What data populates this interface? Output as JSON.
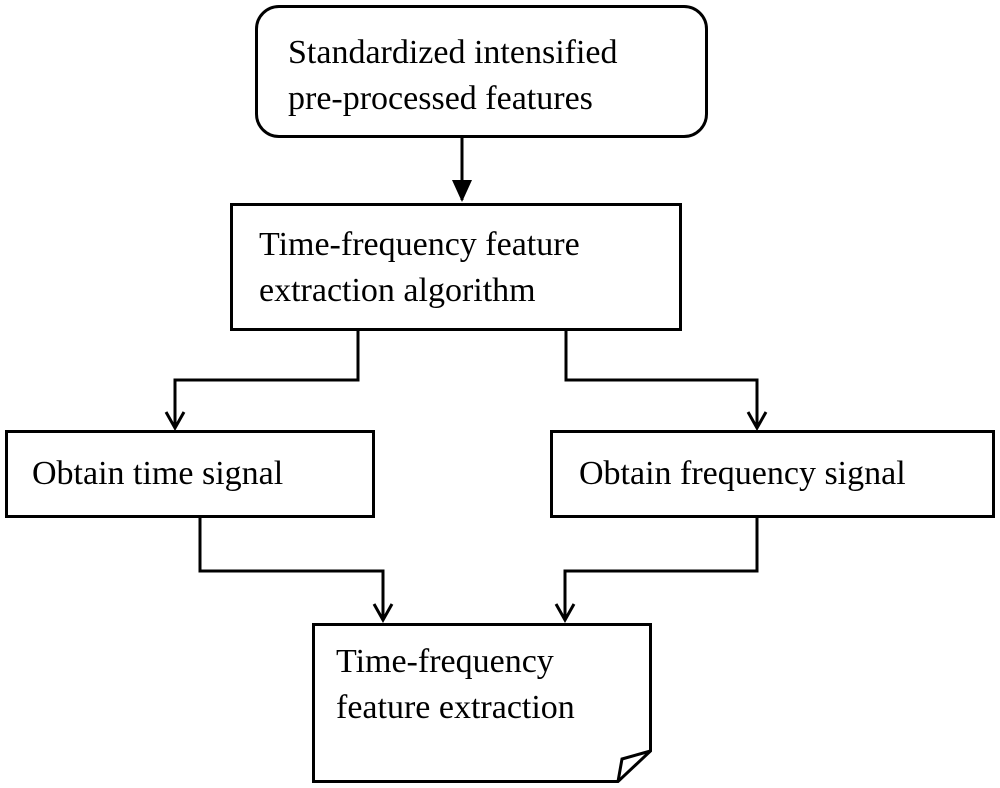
{
  "nodes": {
    "input": {
      "line1": "Standardized intensified",
      "line2": "pre-processed features"
    },
    "algorithm": {
      "line1": "Time-frequency feature",
      "line2": "extraction algorithm"
    },
    "time_signal": {
      "label": "Obtain time signal"
    },
    "frequency_signal": {
      "label": "Obtain frequency signal"
    },
    "output": {
      "line1": "Time-frequency",
      "line2": "feature extraction"
    }
  },
  "edges": [
    {
      "from": "input",
      "to": "algorithm"
    },
    {
      "from": "algorithm",
      "to": "time_signal"
    },
    {
      "from": "algorithm",
      "to": "frequency_signal"
    },
    {
      "from": "time_signal",
      "to": "output"
    },
    {
      "from": "frequency_signal",
      "to": "output"
    }
  ]
}
